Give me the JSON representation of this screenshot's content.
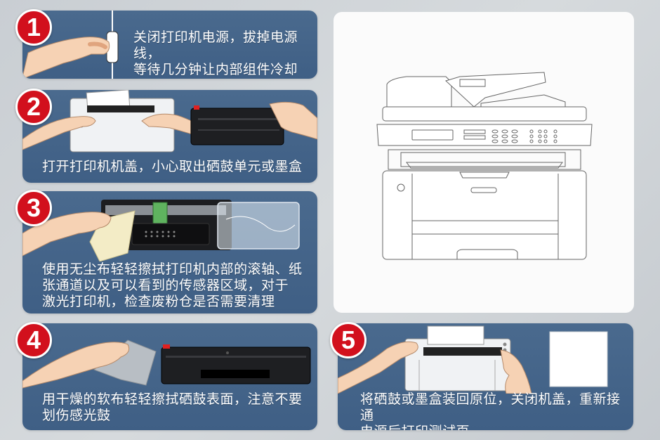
{
  "colors": {
    "background": "#cfd3d7",
    "panel": "#45658a",
    "badge": "#d2101d",
    "badge_text": "#ffffff",
    "text": "#ffffff",
    "skin": "#f6d2b4",
    "cartridge": "#1e1f22"
  },
  "steps": [
    {
      "number": "1",
      "text": "关闭打印机电源，拔掉电源线，\n等待几分钟让内部组件冷却",
      "illustration": "hand-unplugging-power-cord"
    },
    {
      "number": "2",
      "text": "打开打印机机盖，小心取出硒鼓单元或墨盒",
      "illustration": "hands-opening-printer-and-holding-toner-cartridge"
    },
    {
      "number": "3",
      "text": "使用无尘布轻轻擦拭打印机内部的滚轴、纸\n张通道以及可以看到的传感器区域，对于\n激光打印机，检查废粉仓是否需要清理",
      "illustration": "hand-wiping-drum-unit-with-cloth"
    },
    {
      "number": "4",
      "text": "用干燥的软布轻轻擦拭硒鼓表面，注意不要\n划伤感光鼓",
      "illustration": "hand-wiping-with-gray-cloth-and-toner-cartridge"
    },
    {
      "number": "5",
      "text": "将硒鼓或墨盒装回原位，关闭机盖，重新接通\n电源后打印测试页",
      "illustration": "hands-closing-printer-and-blank-test-page"
    }
  ],
  "side_image": {
    "illustration": "multifunction-printer-line-drawing"
  }
}
